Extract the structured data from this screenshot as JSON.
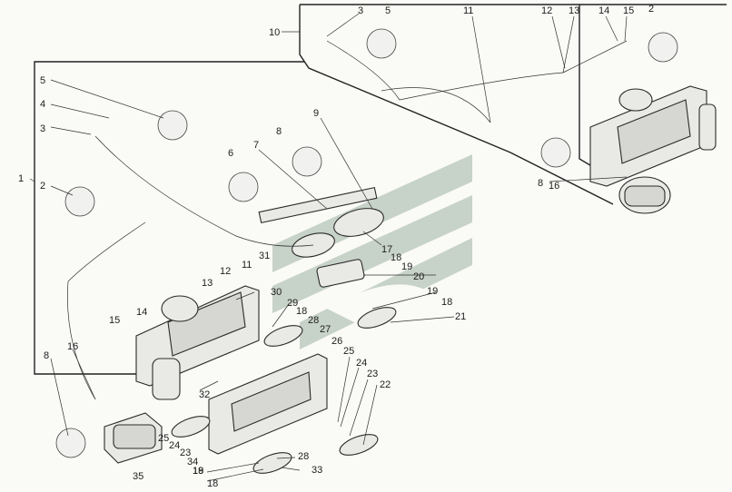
{
  "watermark": {
    "color": "#9fb3a3"
  },
  "labels": {
    "l1": "1",
    "l2a": "2",
    "l2b": "2",
    "l3a": "3",
    "l3b": "3",
    "l4": "4",
    "l5a": "5",
    "l5b": "5",
    "l6": "6",
    "l7": "7",
    "l8a": "8",
    "l8b": "8",
    "l8c": "8",
    "l9": "9",
    "l10": "10",
    "l11a": "11",
    "l11b": "11",
    "l12a": "12",
    "l12b": "12",
    "l13a": "13",
    "l13b": "13",
    "l14a": "14",
    "l14b": "14",
    "l15a": "15",
    "l15b": "15",
    "l16a": "16",
    "l16b": "16",
    "l17": "17",
    "l18a": "18",
    "l18b": "18",
    "l18c": "18",
    "l18d": "18",
    "l18e": "18",
    "l19a": "19",
    "l19b": "19",
    "l19c": "19",
    "l20": "20",
    "l21": "21",
    "l22": "22",
    "l23a": "23",
    "l23b": "23",
    "l24a": "24",
    "l24b": "24",
    "l25a": "25",
    "l25b": "25",
    "l26": "26",
    "l27": "27",
    "l28a": "28",
    "l28b": "28",
    "l29": "29",
    "l30": "30",
    "l31": "31",
    "l32": "32",
    "l33": "33",
    "l34": "34",
    "l35": "35"
  }
}
